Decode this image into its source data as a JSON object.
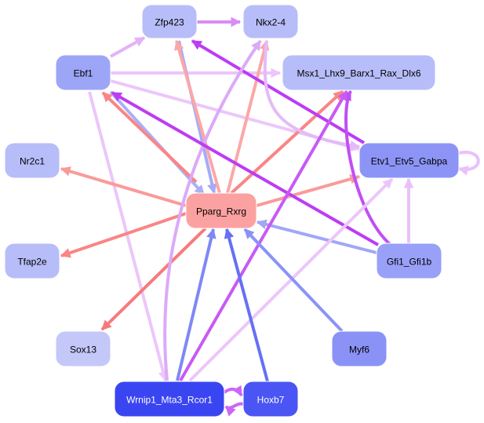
{
  "graph": {
    "type": "directed-network",
    "nodes": [
      {
        "id": "Zfp423",
        "label": "Zfp423",
        "color": "#b7bdf8",
        "text_color": "#000000"
      },
      {
        "id": "Nkx2-4",
        "label": "Nkx2-4",
        "color": "#b7bdf8",
        "text_color": "#000000"
      },
      {
        "id": "Ebf1",
        "label": "Ebf1",
        "color": "#9da5f6",
        "text_color": "#000000"
      },
      {
        "id": "Msx1",
        "label": "Msx1_Lhx9_Barx1_Rax_Dlx6",
        "color": "#b7bdf8",
        "text_color": "#000000"
      },
      {
        "id": "Nr2c1",
        "label": "Nr2c1",
        "color": "#b7bdf8",
        "text_color": "#000000"
      },
      {
        "id": "Etv1",
        "label": "Etv1_Etv5_Gabpa",
        "color": "#8c95f6",
        "text_color": "#000000"
      },
      {
        "id": "Pparg",
        "label": "Pparg_Rxrg",
        "color": "#fca1a1",
        "text_color": "#000000"
      },
      {
        "id": "Tfap2e",
        "label": "Tfap2e",
        "color": "#b7bdf8",
        "text_color": "#000000"
      },
      {
        "id": "Gfi1",
        "label": "Gfi1_Gfi1b",
        "color": "#98a0f7",
        "text_color": "#000000"
      },
      {
        "id": "Sox13",
        "label": "Sox13",
        "color": "#c3c8f9",
        "text_color": "#000000"
      },
      {
        "id": "Myf6",
        "label": "Myf6",
        "color": "#8a93f5",
        "text_color": "#000000"
      },
      {
        "id": "Wrnip1",
        "label": "Wrnip1_Mta3_Rcor1",
        "color": "#3a45f2",
        "text_color": "#ffffff"
      },
      {
        "id": "Hoxb7",
        "label": "Hoxb7",
        "color": "#4a55f3",
        "text_color": "#ffffff"
      }
    ],
    "edges": [
      {
        "from": "Zfp423",
        "to": "Nkx2-4",
        "color": "#da8cf5"
      },
      {
        "from": "Ebf1",
        "to": "Zfp423",
        "color": "#e4b2f8"
      },
      {
        "from": "Ebf1",
        "to": "Msx1",
        "color": "#ecc6fa"
      },
      {
        "from": "Ebf1",
        "to": "Etv1",
        "color": "#ecc6fa"
      },
      {
        "from": "Ebf1",
        "to": "Pparg",
        "color": "#aab0f7"
      },
      {
        "from": "Ebf1",
        "to": "Wrnip1",
        "color": "#ecc6fa"
      },
      {
        "from": "Pparg",
        "to": "Ebf1",
        "color": "#fa8585"
      },
      {
        "from": "Zfp423",
        "to": "Pparg",
        "color": "#a5abf6"
      },
      {
        "from": "Pparg",
        "to": "Zfp423",
        "color": "#fca7a7"
      },
      {
        "from": "Pparg",
        "to": "Nkx2-4",
        "color": "#fca7a7"
      },
      {
        "from": "Pparg",
        "to": "Msx1",
        "color": "#fa8585"
      },
      {
        "from": "Pparg",
        "to": "Nr2c1",
        "color": "#fa9a9a"
      },
      {
        "from": "Pparg",
        "to": "Etv1",
        "color": "#fa9a9a"
      },
      {
        "from": "Pparg",
        "to": "Tfap2e",
        "color": "#fa8585"
      },
      {
        "from": "Pparg",
        "to": "Sox13",
        "color": "#f77a7a"
      },
      {
        "from": "Etv1",
        "to": "Zfp423",
        "color": "#bd3cf4"
      },
      {
        "from": "Etv1",
        "to": "Etv1",
        "color": "#e9c1f9"
      },
      {
        "from": "Nkx2-4",
        "to": "Etv1",
        "color": "#e5baf8"
      },
      {
        "from": "Wrnip1",
        "to": "Nkx2-4",
        "color": "#dca9f7"
      },
      {
        "from": "Gfi1",
        "to": "Ebf1",
        "color": "#bd3cf4"
      },
      {
        "from": "Gfi1",
        "to": "Msx1",
        "color": "#c04ff4"
      },
      {
        "from": "Gfi1",
        "to": "Pparg",
        "color": "#a0a7f7"
      },
      {
        "from": "Gfi1",
        "to": "Etv1",
        "color": "#e9c1f9"
      },
      {
        "from": "Wrnip1",
        "to": "Msx1",
        "color": "#c85af5"
      },
      {
        "from": "Wrnip1",
        "to": "Etv1",
        "color": "#ecc6fa"
      },
      {
        "from": "Wrnip1",
        "to": "Pparg",
        "color": "#7f88f5"
      },
      {
        "from": "Hoxb7",
        "to": "Pparg",
        "color": "#6670f4"
      },
      {
        "from": "Myf6",
        "to": "Pparg",
        "color": "#8a93f5"
      },
      {
        "from": "Wrnip1",
        "to": "Hoxb7",
        "color": "#cc66f5"
      },
      {
        "from": "Hoxb7",
        "to": "Wrnip1",
        "color": "#cc66f5"
      }
    ]
  }
}
